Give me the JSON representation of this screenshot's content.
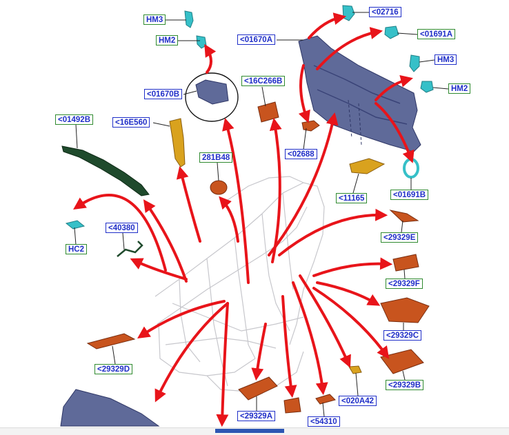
{
  "diagram": {
    "callouts": [
      {
        "id": "hm3-top",
        "text": "HM3",
        "style": "green"
      },
      {
        "id": "hm2-top",
        "text": "HM2",
        "style": "green"
      },
      {
        "id": "c02716",
        "text": "<02716",
        "style": "blue"
      },
      {
        "id": "c01670a",
        "text": "<01670A",
        "style": "blue"
      },
      {
        "id": "c01691a",
        "text": "<01691A",
        "style": "green"
      },
      {
        "id": "hm3-right",
        "text": "HM3",
        "style": "blue"
      },
      {
        "id": "hm2-right",
        "text": "HM2",
        "style": "green"
      },
      {
        "id": "c01670b",
        "text": "<01670B",
        "style": "blue"
      },
      {
        "id": "c16c266b",
        "text": "<16C266B",
        "style": "green"
      },
      {
        "id": "c01492b",
        "text": "<01492B",
        "style": "green"
      },
      {
        "id": "c16e560",
        "text": "<16E560",
        "style": "blue"
      },
      {
        "id": "c281b48",
        "text": "281B48",
        "style": "green"
      },
      {
        "id": "c02688",
        "text": "<02688",
        "style": "blue"
      },
      {
        "id": "c01691b",
        "text": "<01691B",
        "style": "green"
      },
      {
        "id": "c11165",
        "text": "<11165",
        "style": "green"
      },
      {
        "id": "c40380",
        "text": "<40380",
        "style": "blue"
      },
      {
        "id": "hc2",
        "text": "HC2",
        "style": "green"
      },
      {
        "id": "c29329e",
        "text": "<29329E",
        "style": "green"
      },
      {
        "id": "c29329f",
        "text": "<29329F",
        "style": "green"
      },
      {
        "id": "c29329c",
        "text": "<29329C",
        "style": "blue"
      },
      {
        "id": "c29329d",
        "text": "<29329D",
        "style": "green"
      },
      {
        "id": "c29329b",
        "text": "<29329B",
        "style": "green"
      },
      {
        "id": "c020a42",
        "text": "<020A42",
        "style": "blue"
      },
      {
        "id": "c29329a",
        "text": "<29329A",
        "style": "blue"
      },
      {
        "id": "c54310",
        "text": "<54310",
        "style": "blue"
      }
    ]
  },
  "colors": {
    "arrow": "#e8141a",
    "label_border_blue": "#1f2ec8",
    "label_border_green": "#2f8a2f",
    "label_text": "#1f2ec8",
    "part_orange": "#c8541e",
    "part_yellow": "#d9a21e",
    "part_cyan": "#36c0c8",
    "part_green": "#1f4a2c",
    "part_blue_gray": "#5f6a99",
    "body_outline": "#c7c7cc"
  }
}
